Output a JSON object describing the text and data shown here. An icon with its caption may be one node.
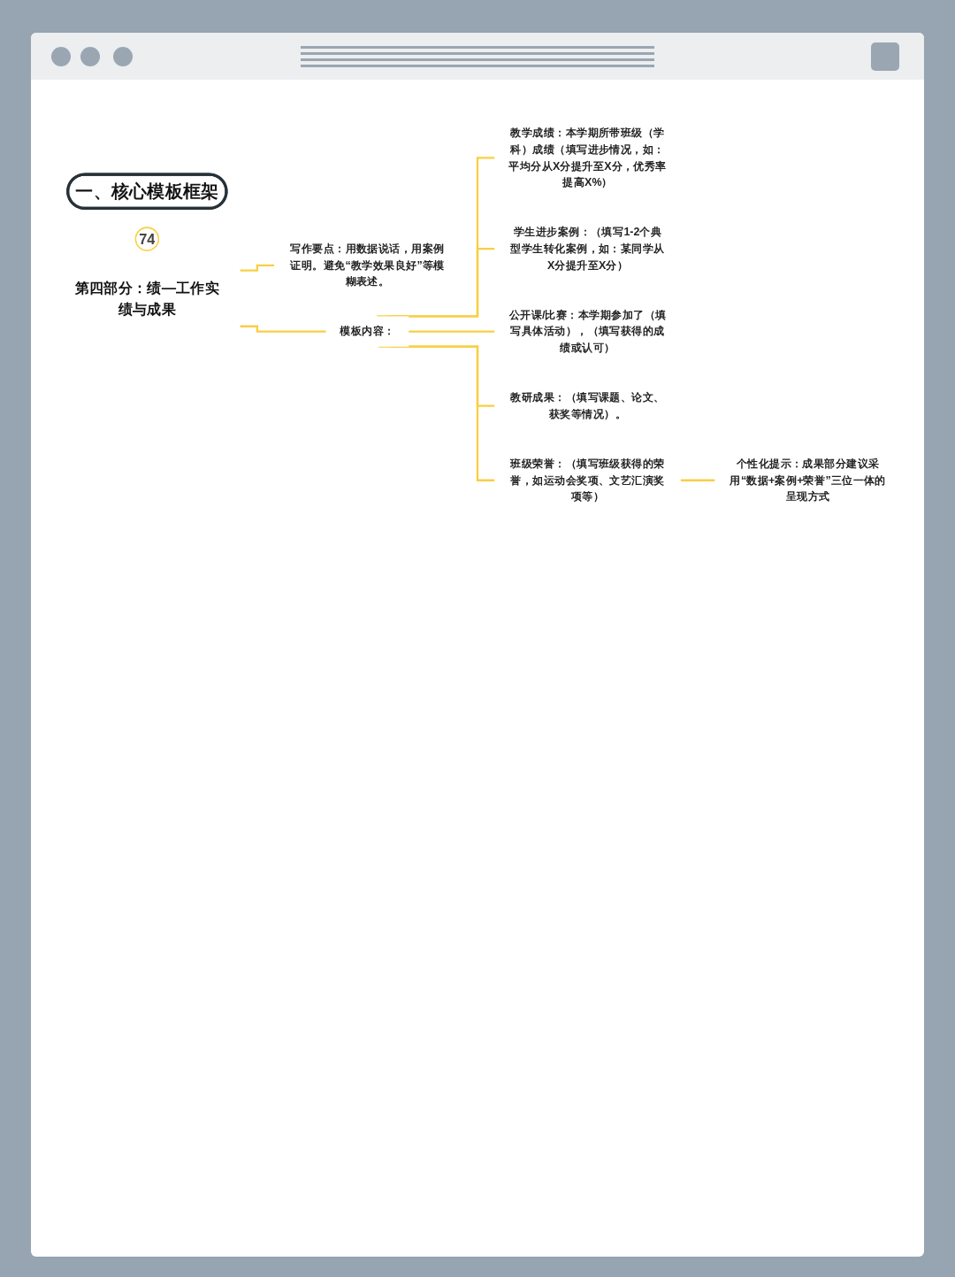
{
  "diagram": {
    "nodes": [
      {
        "text": [
          "一、核心模板框架"
        ]
      },
      {
        "text": [
          "74"
        ]
      },
      {
        "text": [
          "第四部分：绩—工作实绩与成果"
        ]
      },
      {
        "text": [
          "写作要点：用数据说话，用案例证明。避免“教学效果良好”等模糊表述。"
        ]
      },
      {
        "text": [
          "模板内容："
        ]
      },
      {
        "text": [
          "教学成绩：本学期所带班级（学科）成绩（填写进步情况，如：平均分从X分提升至X分，优秀率提高X%）"
        ]
      },
      {
        "text": [
          "学生进步案例：（填写1-2个典型学生转化案例，如：某同学从X分提升至X分）"
        ]
      },
      {
        "text": [
          "公开课/比赛：本学期参加了（填写具体活动），（填写获得的成绩或认可）"
        ]
      },
      {
        "text": [
          "教研成果：（填写课题、论文、获奖等情况）。"
        ]
      },
      {
        "text": [
          "班级荣誉：（填写班级获得的荣誉，如运动会奖项、文艺汇演奖项等）"
        ]
      },
      {
        "text": [
          "个性化提示：成果部分建议采用“数据+案例+荣誉”三位一体的呈现方式"
        ]
      }
    ],
    "edges": [
      {
        "from": 2,
        "to": 3,
        "arrow": "none"
      },
      {
        "from": 2,
        "to": 4,
        "arrow": "none"
      },
      {
        "from": 4,
        "to": 5,
        "arrow": "none"
      },
      {
        "from": 4,
        "to": 6,
        "arrow": "none"
      },
      {
        "from": 4,
        "to": 7,
        "arrow": "none"
      },
      {
        "from": 4,
        "to": 8,
        "arrow": "none"
      },
      {
        "from": 4,
        "to": 9,
        "arrow": "none"
      },
      {
        "from": 9,
        "to": 10,
        "arrow": "none"
      }
    ]
  }
}
